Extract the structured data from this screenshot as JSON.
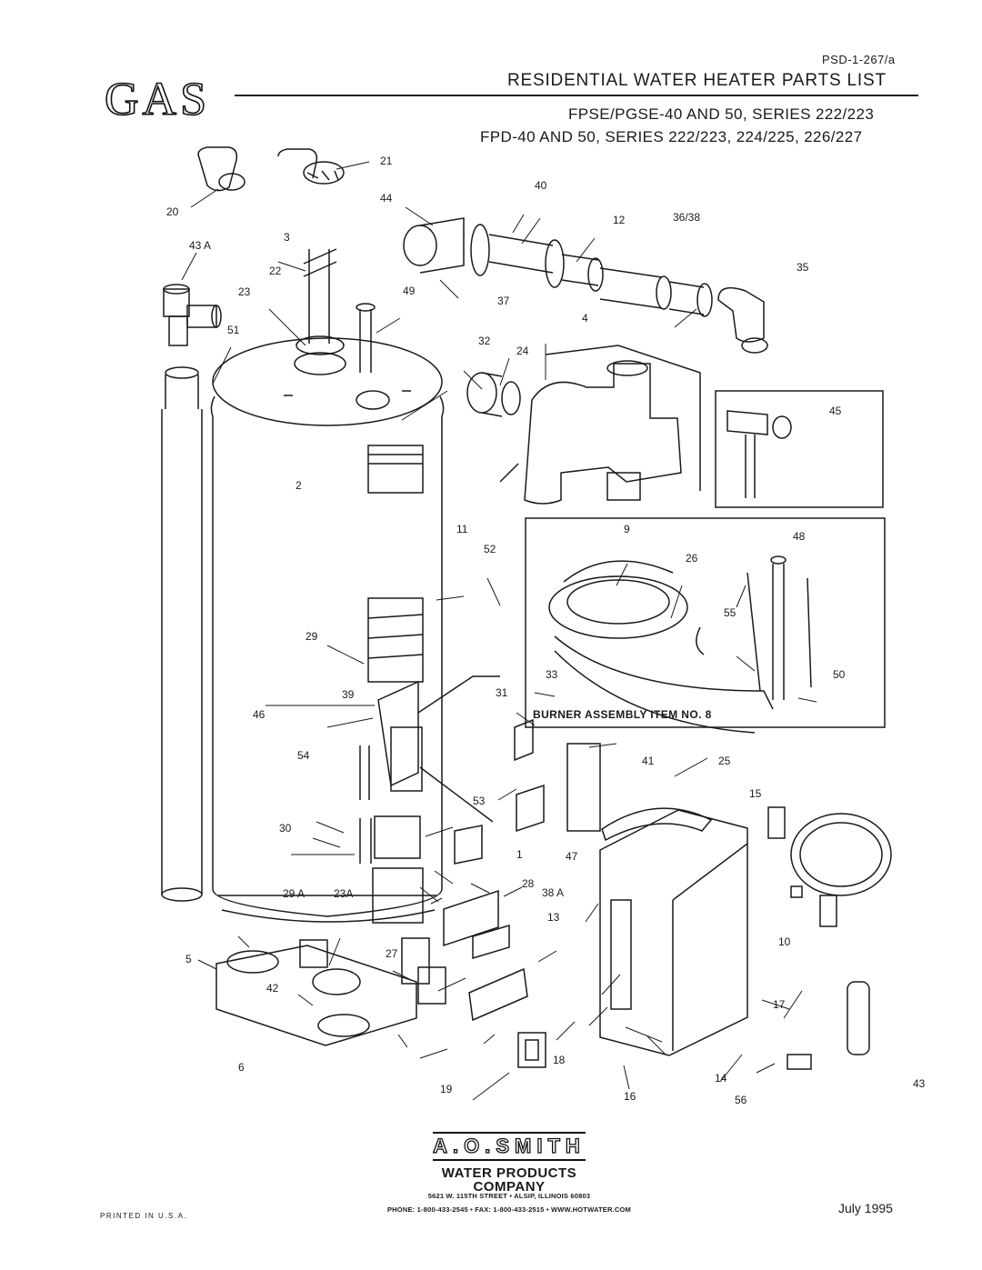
{
  "header": {
    "doc_code": "PSD-1-267/a",
    "logo_text": "GAS",
    "title": "RESIDENTIAL WATER HEATER PARTS LIST",
    "subtitle_1": "FPSE/PGSE-40 AND 50, SERIES 222/223",
    "subtitle_2": "FPD-40 AND 50, SERIES 222/223, 224/225, 226/227"
  },
  "diagram": {
    "burner_box_label": "BURNER ASSEMBLY ITEM NO. 8",
    "part_labels": [
      "20",
      "21",
      "44",
      "40",
      "12",
      "36/38",
      "43 A",
      "3",
      "22",
      "23",
      "49",
      "51",
      "35",
      "37",
      "4",
      "32",
      "24",
      "2",
      "45",
      "11",
      "52",
      "9",
      "48",
      "26",
      "55",
      "33",
      "50",
      "29",
      "39",
      "46",
      "31",
      "41",
      "25",
      "54",
      "15",
      "53",
      "30",
      "1",
      "47",
      "28",
      "38 A",
      "29 A",
      "23A",
      "13",
      "10",
      "5",
      "27",
      "42",
      "17",
      "14",
      "6",
      "18",
      "43",
      "19",
      "16",
      "56"
    ]
  },
  "footer": {
    "company_logo": "A.O.SMITH",
    "company_line_1": "WATER PRODUCTS",
    "company_line_2": "COMPANY",
    "address": "5621 W. 115TH STREET  •  ALSIP, ILLINOIS 60803",
    "phone": "PHONE: 1-800-433-2545  •  FAX: 1-800-433-2515  •  WWW.HOTWATER.COM",
    "printed": "PRINTED IN U.S.A.",
    "date": "July 1995"
  }
}
